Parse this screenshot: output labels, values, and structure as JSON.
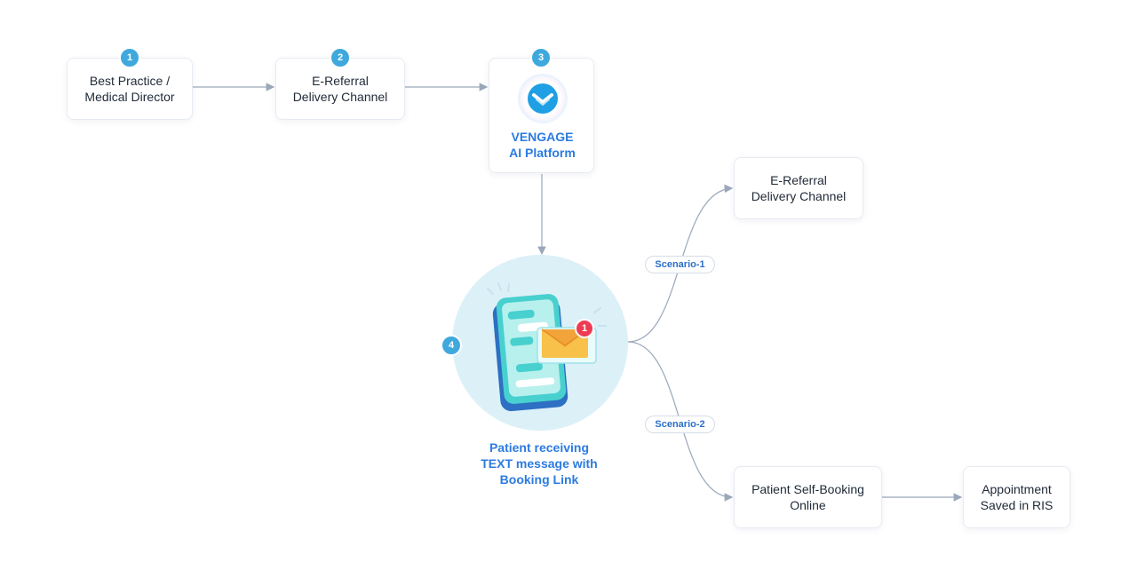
{
  "steps": [
    {
      "number": "1",
      "label": "Best Practice /\nMedical Director"
    },
    {
      "number": "2",
      "label": "E-Referral\nDelivery Channel"
    },
    {
      "number": "3",
      "label": "VENGAGE\nAI Platform"
    },
    {
      "number": "4",
      "label": "Patient receiving\nTEXT message with\nBooking Link"
    }
  ],
  "scenario1": {
    "label": "Scenario-1",
    "target": "E-Referral\nDelivery Channel"
  },
  "scenario2": {
    "label": "Scenario-2",
    "target": "Patient Self-Booking\nOnline"
  },
  "final": {
    "label": "Appointment\nSaved in RIS"
  },
  "notification_count": "1",
  "icons": {
    "platform": "vengage-logo-icon",
    "phone": "phone-message-icon",
    "mail": "envelope-icon"
  },
  "colors": {
    "accent": "#2c7be0",
    "badge": "#3fa9dd",
    "connector": "#9aa8ba",
    "phone_circle": "#dcf0f8"
  }
}
